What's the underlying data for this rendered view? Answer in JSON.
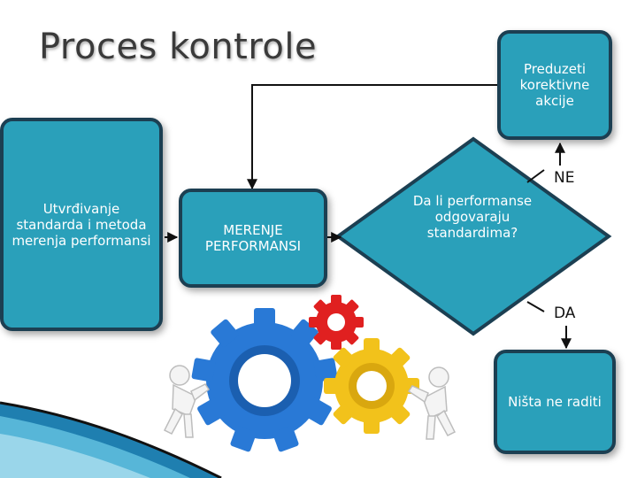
{
  "title": "Proces kontrole",
  "nodes": {
    "standards": "Utvrđivanje standarda i metoda merenja performansi",
    "measure": "MERENJE PERFORMANSI",
    "decision": "Da li performanse odgovaraju standardima?",
    "corrective": "Preduzeti korektivne akcije",
    "nothing": "Ništa ne raditi"
  },
  "labels": {
    "no": "NE",
    "yes": "DA"
  },
  "colors": {
    "node_fill": "#2aa0ba",
    "node_border": "#1c3f52",
    "gear_blue": "#2979d6",
    "gear_yellow": "#f2c21b",
    "gear_red": "#e02020"
  }
}
